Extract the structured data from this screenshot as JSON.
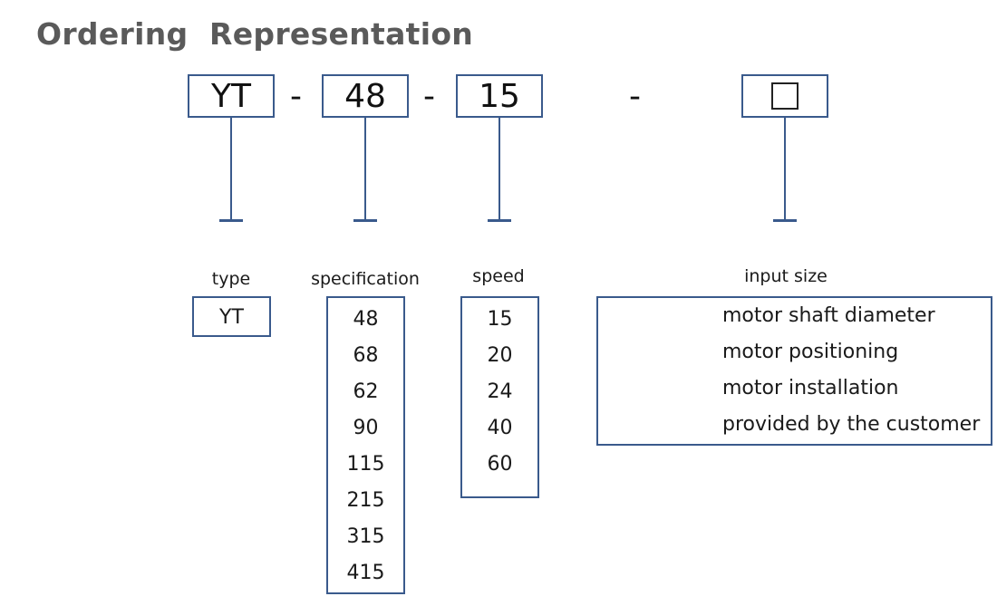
{
  "title": "Ordering  Representation",
  "code": {
    "type": "YT",
    "specification": "48",
    "speed": "15",
    "separator": "-"
  },
  "columns": {
    "type": {
      "label": "type",
      "values": [
        "YT"
      ]
    },
    "specification": {
      "label": "specification",
      "values": [
        "48",
        "68",
        "62",
        "90",
        "115",
        "215",
        "315",
        "415"
      ]
    },
    "speed": {
      "label": "speed",
      "values": [
        "15",
        "20",
        "24",
        "40",
        "60"
      ]
    },
    "input_size": {
      "label": "input size",
      "values": [
        "motor shaft diameter",
        "motor positioning",
        "motor installation",
        "provided by the customer"
      ]
    }
  }
}
